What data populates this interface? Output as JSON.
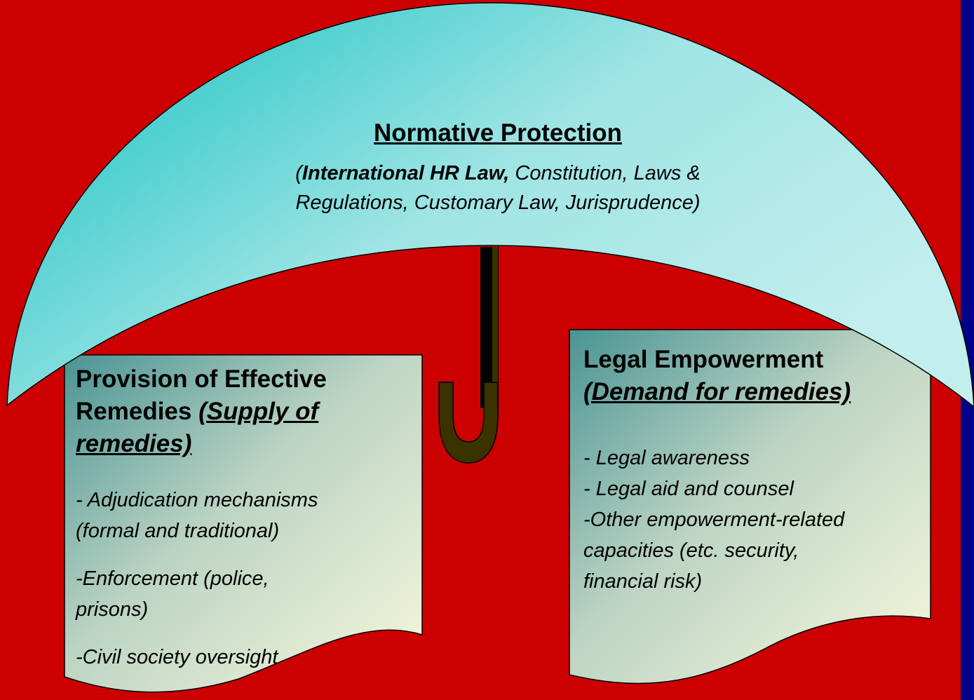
{
  "colors": {
    "background": "#cc0000",
    "right_band": "#00008a",
    "canopy_light": "#b3ecec",
    "canopy_accent": "#4fd0d0",
    "box_teal": "#4f9a9a",
    "box_cream": "#f6f6dc",
    "hook_fill": "#3a3300"
  },
  "canopy": {
    "title": "Normative Protection",
    "subtitle_bold": "International HR Law,",
    "subtitle_open": "(",
    "subtitle_rest_line1": " Constitution, Laws &",
    "subtitle_line2": "Regulations, Customary Law, Jurisprudence)"
  },
  "left_box": {
    "heading_line1": "Provision of Effective",
    "heading_line2_plain": "Remedies ",
    "heading_line2_underlined": "(Supply of",
    "heading_line3_underlined": "remedies)",
    "items": [
      "- Adjudication mechanisms",
      "(formal and traditional)",
      "-Enforcement  (police,",
      "prisons)",
      "-Civil society oversight"
    ]
  },
  "right_box": {
    "heading_line1": "Legal Empowerment",
    "heading_line2_underlined": "(Demand for remedies)",
    "items": [
      "- Legal awareness",
      "- Legal aid and counsel",
      "-Other empowerment-related",
      "capacities (etc. security,",
      "financial risk)"
    ]
  }
}
